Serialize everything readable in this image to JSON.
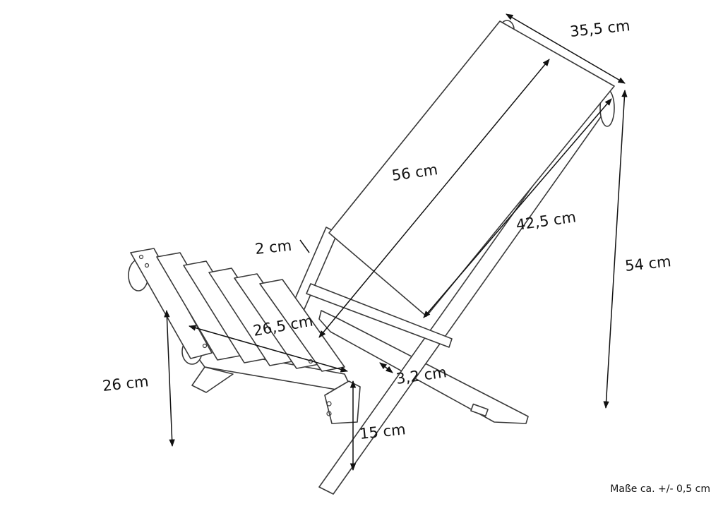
{
  "dimensions": {
    "width_top": "35,5 cm",
    "backrest_length": "56 cm",
    "backrest_side": "42,5 cm",
    "total_height": "54 cm",
    "frame_thickness": "2 cm",
    "seat_depth": "26,5 cm",
    "seat_height_front": "26 cm",
    "slat_width": "3,2 cm",
    "ground_clearance": "15 cm"
  },
  "note": "Maße ca. +/- 0,5 cm"
}
